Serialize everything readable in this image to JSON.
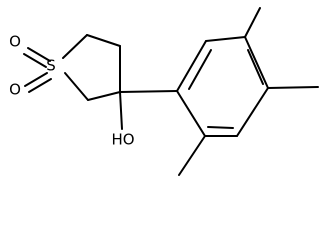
{
  "molecule": {
    "atoms": {
      "sulfur": "S",
      "oxygen_top": "O",
      "oxygen_bottom": "O",
      "hydroxyl": "HO"
    }
  },
  "colors": {
    "bond": "#000000",
    "label": "#000000",
    "background": "#ffffff"
  }
}
